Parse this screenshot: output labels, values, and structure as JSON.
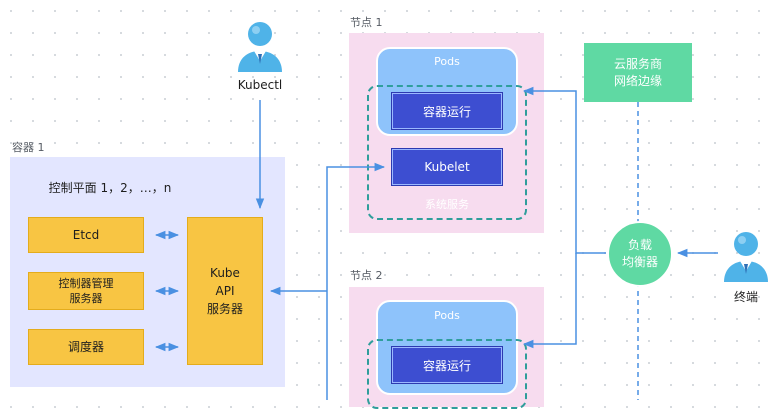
{
  "actors": {
    "kubectl": "Kubectl",
    "terminal": "终端"
  },
  "container": {
    "caption": "容器 1",
    "title": "控制平面 1，2，…，n",
    "etcd": "Etcd",
    "controller": "控制器管理\n服务器",
    "scheduler": "调度器",
    "api": "Kube\nAPI\n服务器"
  },
  "node1": {
    "caption": "节点 1",
    "pods": "Pods",
    "runtime": "容器运行",
    "kubelet": "Kubelet",
    "system": "系统服务"
  },
  "node2": {
    "caption": "节点 2",
    "pods": "Pods",
    "runtime": "容器运行"
  },
  "cloud_edge": "云服务商\n网络边缘",
  "load_balancer": "负载\n均衡器",
  "colors": {
    "container_bg": "#e3e6ff",
    "node_bg": "#f7dcef",
    "yellow": "#f8c543",
    "dark_blue": "#3d4ed1",
    "pods_blue": "#8ec3fb",
    "green": "#5fd9a3",
    "arrow_blue": "#4a90e2",
    "dashed_teal": "#2f9e9b"
  }
}
